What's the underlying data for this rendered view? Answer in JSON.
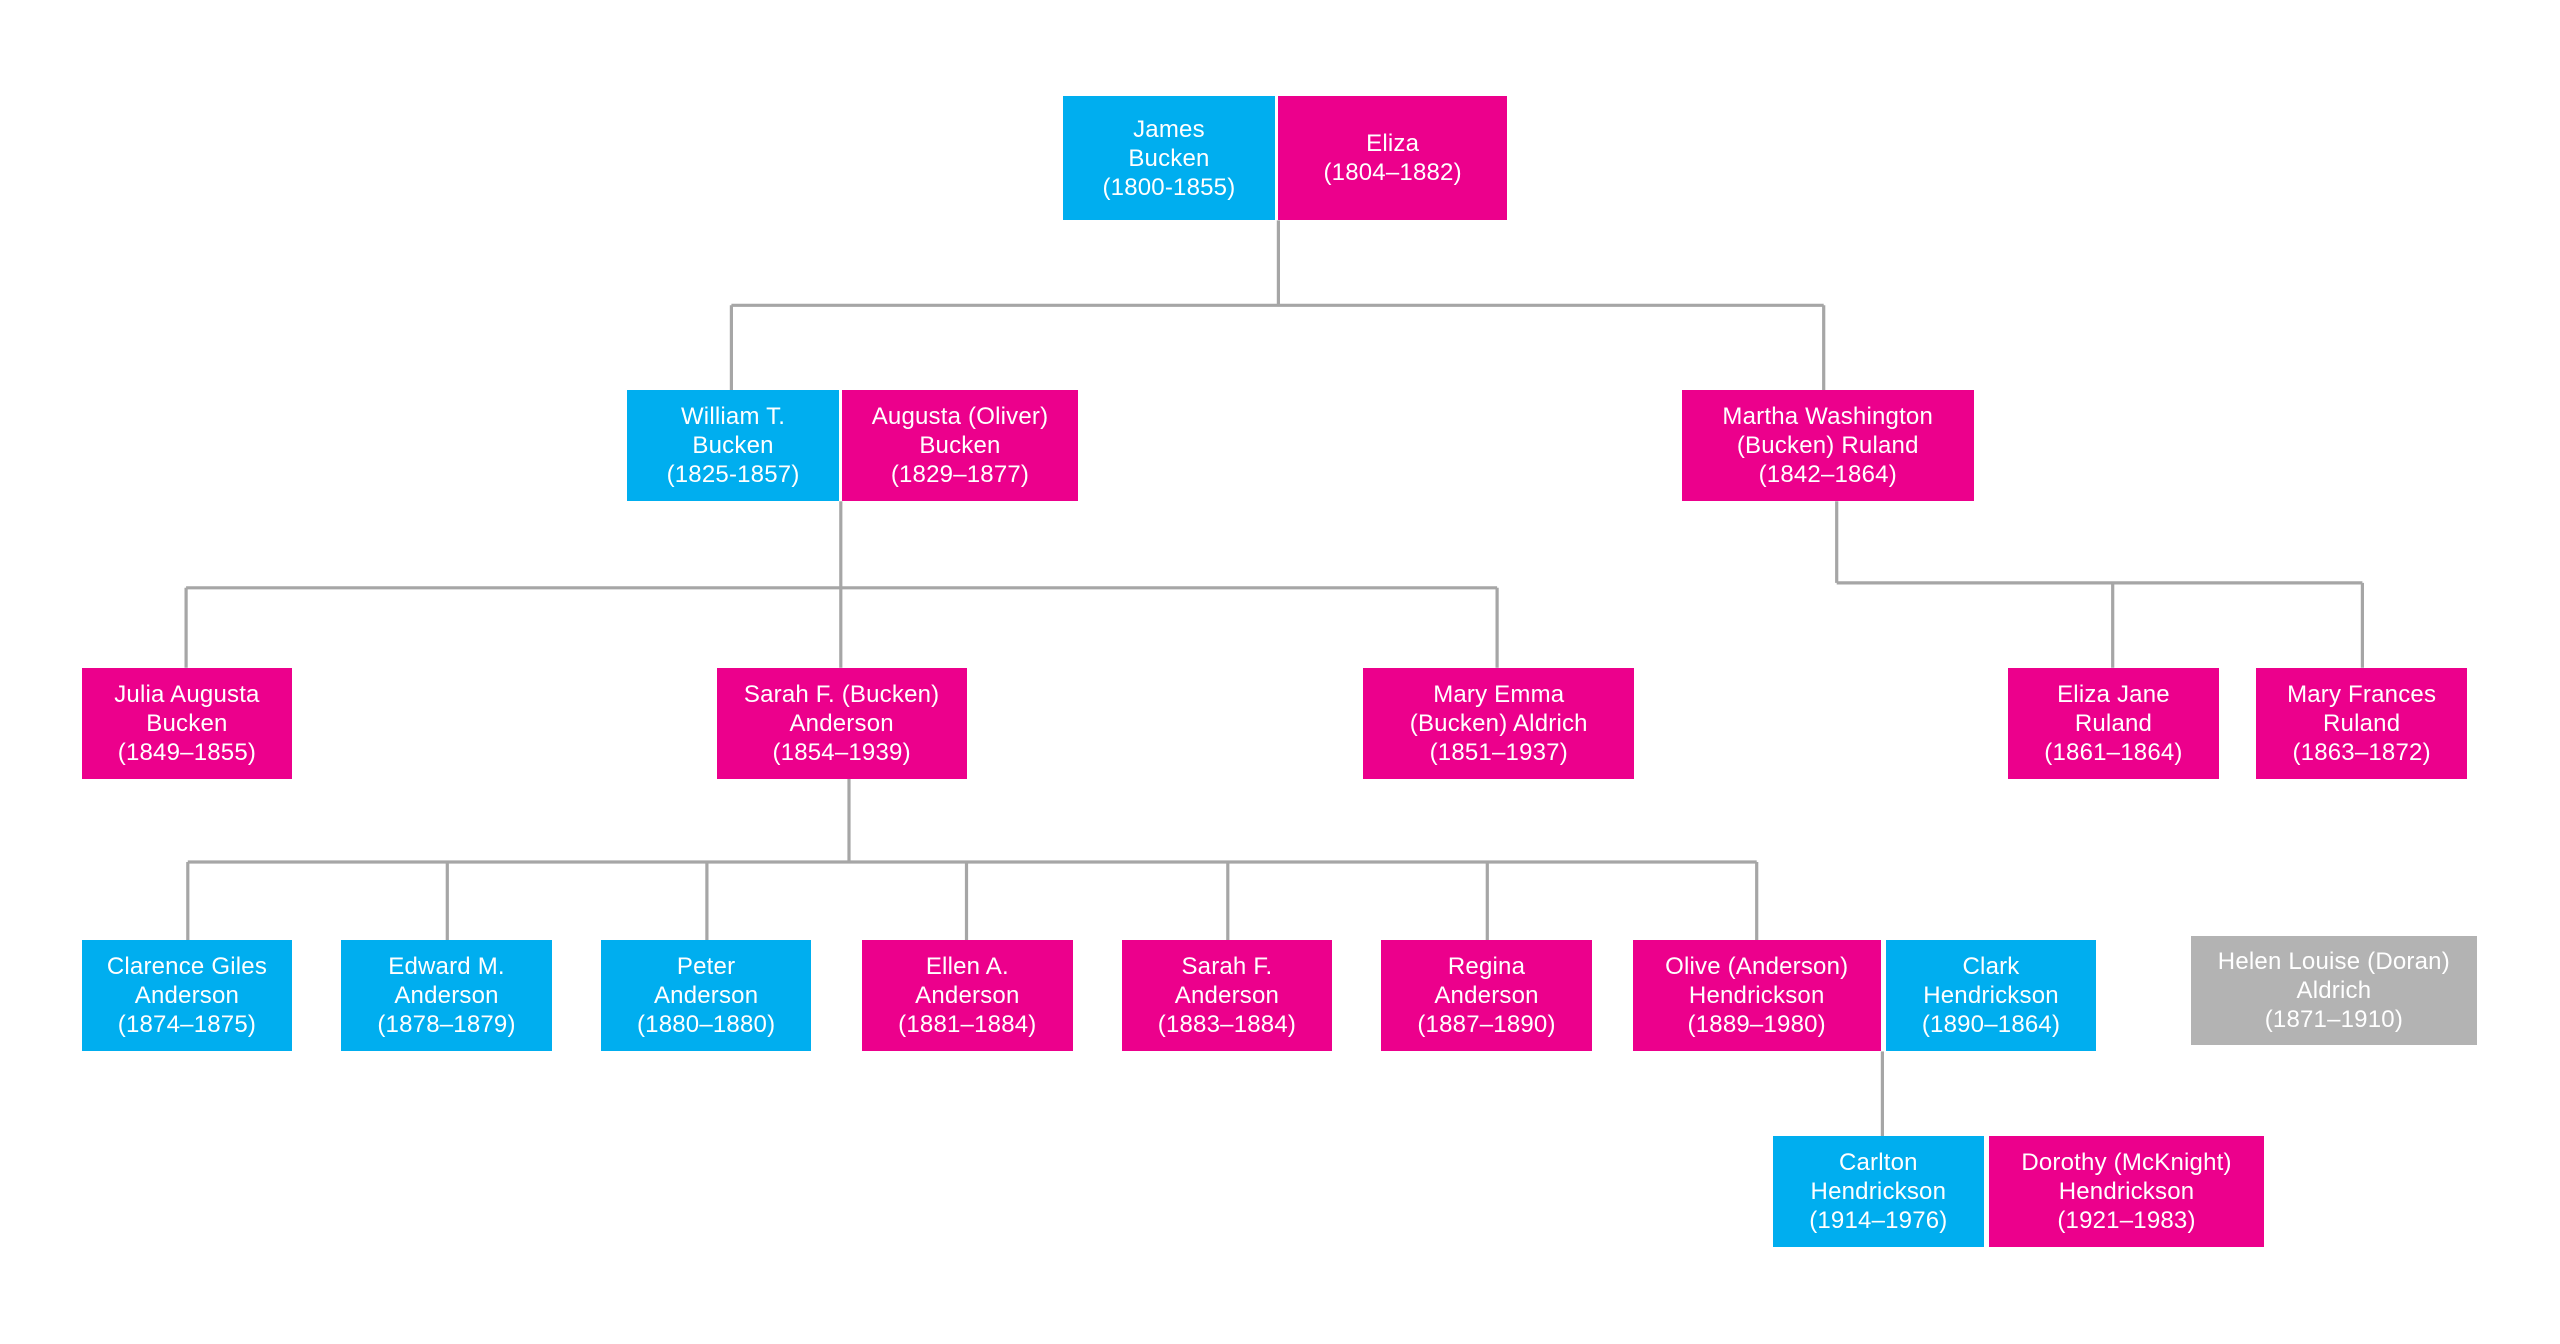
{
  "colors": {
    "male": "#00aeef",
    "female": "#ec008c",
    "unrelated": "#b3b3b3",
    "connector": "#a6a6a6"
  },
  "people": [
    {
      "id": "james",
      "gender": "male",
      "lines": [
        "James",
        "Bucken",
        "(1800-1855)"
      ]
    },
    {
      "id": "eliza",
      "gender": "female",
      "lines": [
        "Eliza",
        "(1804–1882)"
      ]
    },
    {
      "id": "william",
      "gender": "male",
      "lines": [
        "William T.",
        "Bucken",
        "(1825-1857)"
      ]
    },
    {
      "id": "augusta",
      "gender": "female",
      "lines": [
        "Augusta (Oliver)",
        "Bucken",
        "(1829–1877)"
      ]
    },
    {
      "id": "martha",
      "gender": "female",
      "lines": [
        "Martha Washington",
        "(Bucken) Ruland",
        "(1842–1864)"
      ]
    },
    {
      "id": "julia",
      "gender": "female",
      "lines": [
        "Julia Augusta",
        "Bucken",
        "(1849–1855)"
      ]
    },
    {
      "id": "sarah",
      "gender": "female",
      "lines": [
        "Sarah F. (Bucken)",
        "Anderson",
        "(1854–1939)"
      ]
    },
    {
      "id": "maryemma",
      "gender": "female",
      "lines": [
        "Mary Emma",
        "(Bucken) Aldrich",
        "(1851–1937)"
      ]
    },
    {
      "id": "elizajane",
      "gender": "female",
      "lines": [
        "Eliza Jane",
        "Ruland",
        "(1861–1864)"
      ]
    },
    {
      "id": "maryfrances",
      "gender": "female",
      "lines": [
        "Mary Frances",
        "Ruland",
        "(1863–1872)"
      ]
    },
    {
      "id": "clarence",
      "gender": "male",
      "lines": [
        "Clarence Giles",
        "Anderson",
        "(1874–1875)"
      ]
    },
    {
      "id": "edward",
      "gender": "male",
      "lines": [
        "Edward M.",
        "Anderson",
        "(1878–1879)"
      ]
    },
    {
      "id": "peter",
      "gender": "male",
      "lines": [
        "Peter",
        "Anderson",
        "(1880–1880)"
      ]
    },
    {
      "id": "ellen",
      "gender": "female",
      "lines": [
        "Ellen A.",
        "Anderson",
        "(1881–1884)"
      ]
    },
    {
      "id": "sarahf",
      "gender": "female",
      "lines": [
        "Sarah F.",
        "Anderson",
        "(1883–1884)"
      ]
    },
    {
      "id": "regina",
      "gender": "female",
      "lines": [
        "Regina",
        "Anderson",
        "(1887–1890)"
      ]
    },
    {
      "id": "olive",
      "gender": "female",
      "lines": [
        "Olive (Anderson)",
        "Hendrickson",
        "(1889–1980)"
      ]
    },
    {
      "id": "clark",
      "gender": "male",
      "lines": [
        "Clark",
        "Hendrickson",
        "(1890–1864)"
      ]
    },
    {
      "id": "helen",
      "gender": "unrelated",
      "lines": [
        "Helen Louise (Doran)",
        "Aldrich",
        "(1871–1910)"
      ]
    },
    {
      "id": "carlton",
      "gender": "male",
      "lines": [
        "Carlton",
        "Hendrickson",
        "(1914–1976)"
      ]
    },
    {
      "id": "dorothy",
      "gender": "female",
      "lines": [
        "Dorothy (McKnight)",
        "Hendrickson",
        "(1921–1983)"
      ]
    }
  ],
  "families": [
    {
      "parents": [
        "james",
        "eliza"
      ],
      "children": [
        "william",
        "martha"
      ]
    },
    {
      "parents": [
        "william",
        "augusta"
      ],
      "children": [
        "julia",
        "sarah",
        "maryemma"
      ]
    },
    {
      "parents": [
        "martha"
      ],
      "children": [
        "elizajane",
        "maryfrances"
      ]
    },
    {
      "parents": [
        "sarah"
      ],
      "children": [
        "clarence",
        "edward",
        "peter",
        "ellen",
        "sarahf",
        "regina",
        "olive"
      ]
    },
    {
      "parents": [
        "olive",
        "clark"
      ],
      "children": [
        "carlton"
      ]
    }
  ]
}
